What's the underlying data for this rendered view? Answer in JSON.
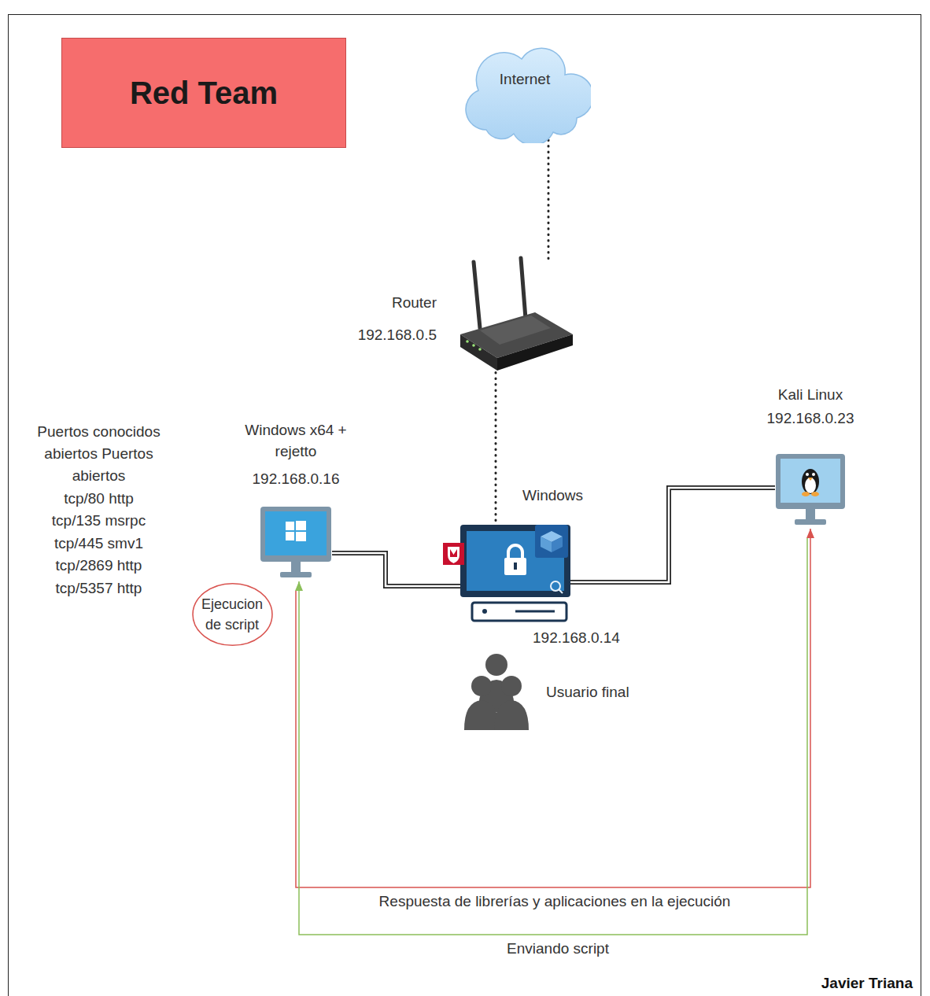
{
  "diagram": {
    "nodes": [
      {
        "text": [
          "Red Team"
        ]
      },
      {
        "text": [
          "Internet"
        ]
      },
      {
        "text": [
          "Router",
          "192.168.0.5"
        ]
      },
      {
        "text": [
          "Windows x64 + rejetto",
          "192.168.0.16"
        ]
      },
      {
        "text": [
          "Ejecucion de script"
        ]
      },
      {
        "text": [
          "Windows",
          "192.168.0.14"
        ]
      },
      {
        "text": [
          "Kali Linux",
          "192.168.0.23"
        ]
      }
    ],
    "edges": [
      {
        "from": 1,
        "to": 2,
        "arrow": "none"
      },
      {
        "from": 2,
        "to": 5,
        "arrow": "none"
      },
      {
        "from": 3,
        "to": 5,
        "arrow": "none"
      },
      {
        "from": 5,
        "to": 6,
        "arrow": "none"
      },
      {
        "from": 3,
        "to": 6,
        "label": "Respuesta de librerías y aplicaciones en la ejecución",
        "arrow": "to"
      },
      {
        "from": 6,
        "to": 3,
        "label": "Enviando script",
        "arrow": "to"
      }
    ],
    "labels": [
      "Puertos conocidos abiertos Puertos abiertos",
      "tcp/80 http",
      "tcp/135 msrpc",
      "tcp/445 smv1",
      "tcp/2869 http",
      "tcp/5357 http",
      "Usuario final",
      "Javier Triana"
    ]
  }
}
